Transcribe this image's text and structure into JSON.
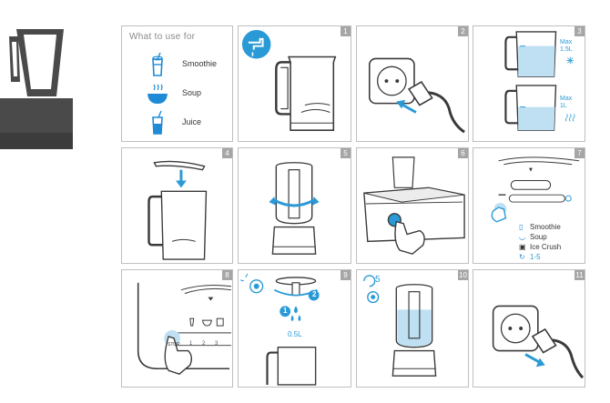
{
  "what_to_use": {
    "title": "What to use for",
    "items": [
      {
        "label": "Smoothie",
        "icon": "smoothie-cup-icon"
      },
      {
        "label": "Soup",
        "icon": "soup-bowl-icon"
      },
      {
        "label": "Juice",
        "icon": "juice-glass-icon"
      }
    ]
  },
  "steps": {
    "s1": {
      "num": "1"
    },
    "s2": {
      "num": "2"
    },
    "s3": {
      "num": "3",
      "label_top": "Max 1.5L",
      "label_bottom": "Max 1L"
    },
    "s4": {
      "num": "4"
    },
    "s5": {
      "num": "5"
    },
    "s6": {
      "num": "6"
    },
    "s7": {
      "num": "7",
      "legend": [
        "Smoothie",
        "Soup",
        "Ice Crush",
        "1-5"
      ]
    },
    "s8": {
      "num": "8",
      "button": "STOP",
      "speeds": [
        "1",
        "2",
        "3"
      ]
    },
    "s9": {
      "num": "9",
      "volume": "0.5L",
      "marker_a": "1",
      "marker_b": "2"
    },
    "s10": {
      "num": "10",
      "time": "5"
    },
    "s11": {
      "num": "11"
    }
  },
  "colors": {
    "accent": "#2a9ad6",
    "line": "#3a3a3a",
    "water": "#bfe0f2"
  }
}
